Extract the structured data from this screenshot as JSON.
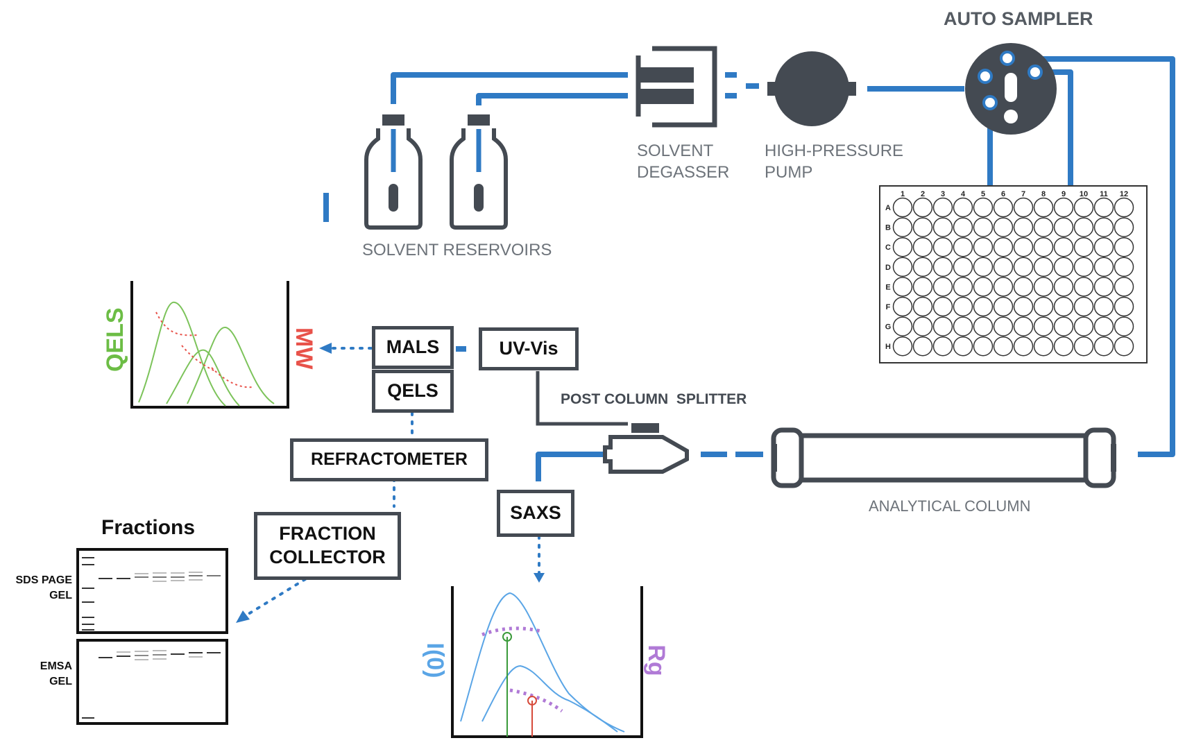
{
  "labels": {
    "auto_sampler": "AUTO SAMPLER",
    "solvent_degasser_line1": "SOLVENT",
    "solvent_degasser_line2": "DEGASSER",
    "pump_line1": "HIGH-PRESSURE",
    "pump_line2": "PUMP",
    "solvent_reservoirs": "SOLVENT RESERVOIRS",
    "post_column_splitter": "POST COLUMN  SPLITTER",
    "analytical_column": "ANALYTICAL COLUMN",
    "fractions": "Fractions",
    "sds_line1": "SDS PAGE",
    "sds_line2": "GEL",
    "emsa_line1": "EMSA",
    "emsa_line2": "GEL",
    "qels_axis": "QELS",
    "mw_axis": "MW",
    "i0_axis": "I(0)",
    "rg_axis": "Rg"
  },
  "boxes": {
    "mals": "MALS",
    "qels": "QELS",
    "uv_vis": "UV-Vis",
    "refractometer": "REFRACTOMETER",
    "fraction_line1": "FRACTION",
    "fraction_line2": "COLLECTOR",
    "saxs": "SAXS"
  },
  "plate": {
    "columns": [
      "1",
      "2",
      "3",
      "4",
      "5",
      "6",
      "7",
      "8",
      "9",
      "10",
      "11",
      "12"
    ],
    "rows": [
      "A",
      "B",
      "C",
      "D",
      "E",
      "F",
      "G",
      "H"
    ]
  },
  "colors": {
    "tubing": "#2f7ac4",
    "equipment": "#444a52",
    "qels": "#6cbd45",
    "mw": "#e8524a",
    "i0": "#5aa5e6",
    "rg": "#b07ad6"
  }
}
